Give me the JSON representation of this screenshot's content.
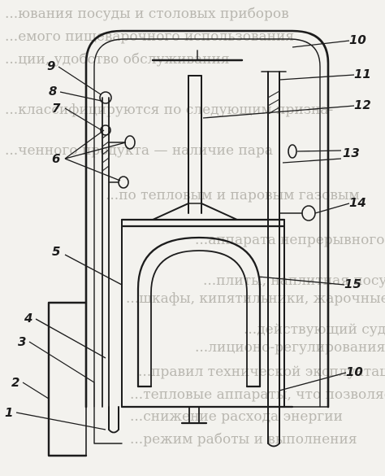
{
  "background_text": [
    "...ювания посуды и столовых приборов",
    "...емого пищеварочного использования",
    "...ции, удобство обслуживания",
    "...классифицируются по следующим призна-",
    "...ченного продукта — наличие пара",
    "...по тепловым и паровым газовым",
    "...аппарата непрерывного действия",
    "...плиты, наплитная посуда, автомати-",
    "...шкафы, кипятильники, жарочные",
    "...действующий сударь",
    "...лиционо-регулирования",
    "...правил технической эксплуатации",
    "...тепловые аппараты, что позволяет",
    "...снижение расхода энергии",
    "...режим работы и выполнения"
  ],
  "callouts": [
    {
      "id": "1",
      "text": "1"
    },
    {
      "id": "2",
      "text": "2"
    },
    {
      "id": "3",
      "text": "3"
    },
    {
      "id": "4",
      "text": "4"
    },
    {
      "id": "5",
      "text": "5"
    },
    {
      "id": "6",
      "text": "6"
    },
    {
      "id": "7",
      "text": "7"
    },
    {
      "id": "8",
      "text": "8"
    },
    {
      "id": "9",
      "text": "9"
    },
    {
      "id": "10a",
      "text": "10"
    },
    {
      "id": "10b",
      "text": "10"
    },
    {
      "id": "11",
      "text": "11"
    },
    {
      "id": "12",
      "text": "12"
    },
    {
      "id": "13",
      "text": "13"
    },
    {
      "id": "14",
      "text": "14"
    },
    {
      "id": "15",
      "text": "15"
    }
  ],
  "colors": {
    "paper": "#f3f2ee",
    "ink": "#1c1c1c",
    "bleed_text": "#b9b7b0"
  }
}
